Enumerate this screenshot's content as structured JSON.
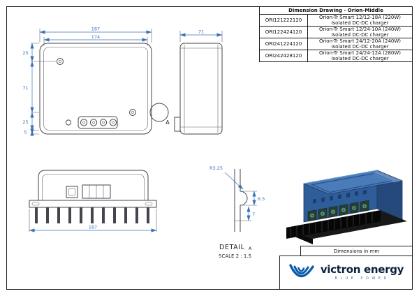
{
  "table": {
    "title": "Dimension Drawing - Orion-Middle",
    "rows": [
      {
        "part": "ORI121222120",
        "desc": "Orion-Tr Smart 12/12-18A (220W) Isolated DC-DC charger"
      },
      {
        "part": "ORI122424120",
        "desc": "Orion-Tr Smart 12/24-10A (240W) Isolated DC-DC charger"
      },
      {
        "part": "ORI241224120",
        "desc": "Orion-Tr Smart 24/12-20A (240W) Isolated DC-DC charger"
      },
      {
        "part": "ORI242428120",
        "desc": "Orion-Tr Smart 24/24-12A (280W) Isolated DC-DC charger"
      }
    ]
  },
  "front_view": {
    "dim_width_outer": "187",
    "dim_width_inner": "174",
    "dim_side_top": "25",
    "dim_side_mid": "71",
    "dim_side_bottom": "25",
    "dim_side_base": "5",
    "detail_label": "A"
  },
  "side_view": {
    "dim_depth": "71"
  },
  "bottom_view": {
    "dim_width": "187"
  },
  "detail": {
    "title": "DETAIL",
    "sub": "A",
    "scale": "SCALE 2 : 1.5",
    "radius": "R3.25",
    "dim_a": "6.5",
    "dim_b": "7"
  },
  "footer": {
    "units_label": "Dimensions in mm"
  },
  "branding": {
    "company": "victron energy",
    "tagline": "BLUE POWER"
  },
  "colors": {
    "line": "#45454d",
    "dim": "#3a72b8",
    "frame": "#1c1c1c",
    "body-top": "#4a7cba",
    "body-front": "#2e5d99",
    "body-side": "#26497c",
    "logo-blue": "#0a5ba9",
    "wordmark": "#0a1f3c",
    "tagline-blue": "#2f76b6"
  }
}
